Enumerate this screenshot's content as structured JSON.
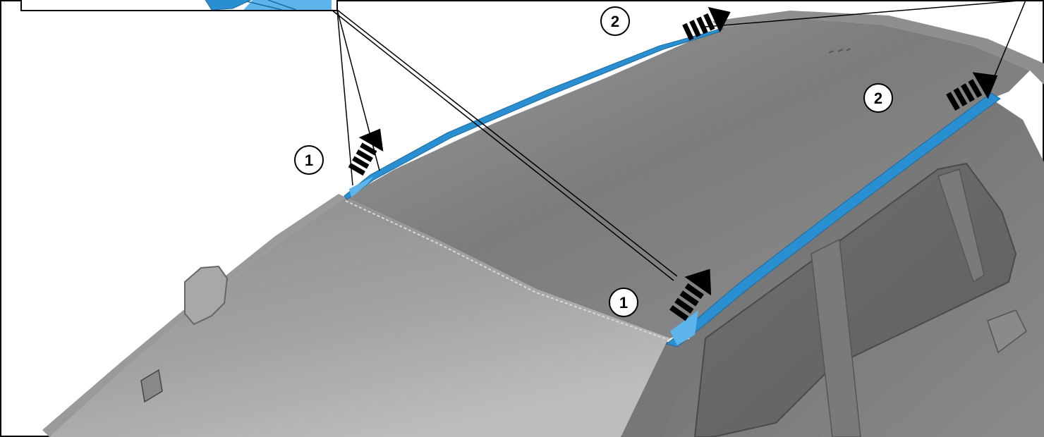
{
  "colors": {
    "trim_blue": "#2a8fd0",
    "trim_blue_light": "#5cb4ea",
    "body_dark": "#6e6e6e",
    "body_mid": "#8c8c8c",
    "body_light": "#b4b4b4",
    "line": "#000000"
  },
  "callouts": [
    {
      "label": "1"
    },
    {
      "label": "1"
    },
    {
      "label": "2"
    },
    {
      "label": "2"
    }
  ],
  "arrow_icon": "dashed-lift-arrow-icon"
}
